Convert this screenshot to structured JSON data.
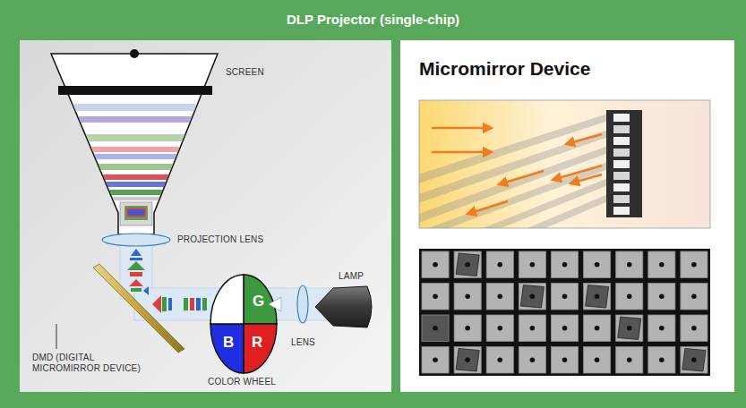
{
  "diagram": {
    "title": "DLP Projector (single-chip)",
    "nodes": [
      {
        "text": [
          "Micromirror Device"
        ]
      }
    ],
    "labels": [
      "SCREEN",
      "PROJECTION LENS",
      "LAMP",
      "LENS",
      "DMD (DIGITAL MICROMIRROR DEVICE)",
      "COLOR WHEEL",
      "G",
      "B",
      "R"
    ]
  }
}
